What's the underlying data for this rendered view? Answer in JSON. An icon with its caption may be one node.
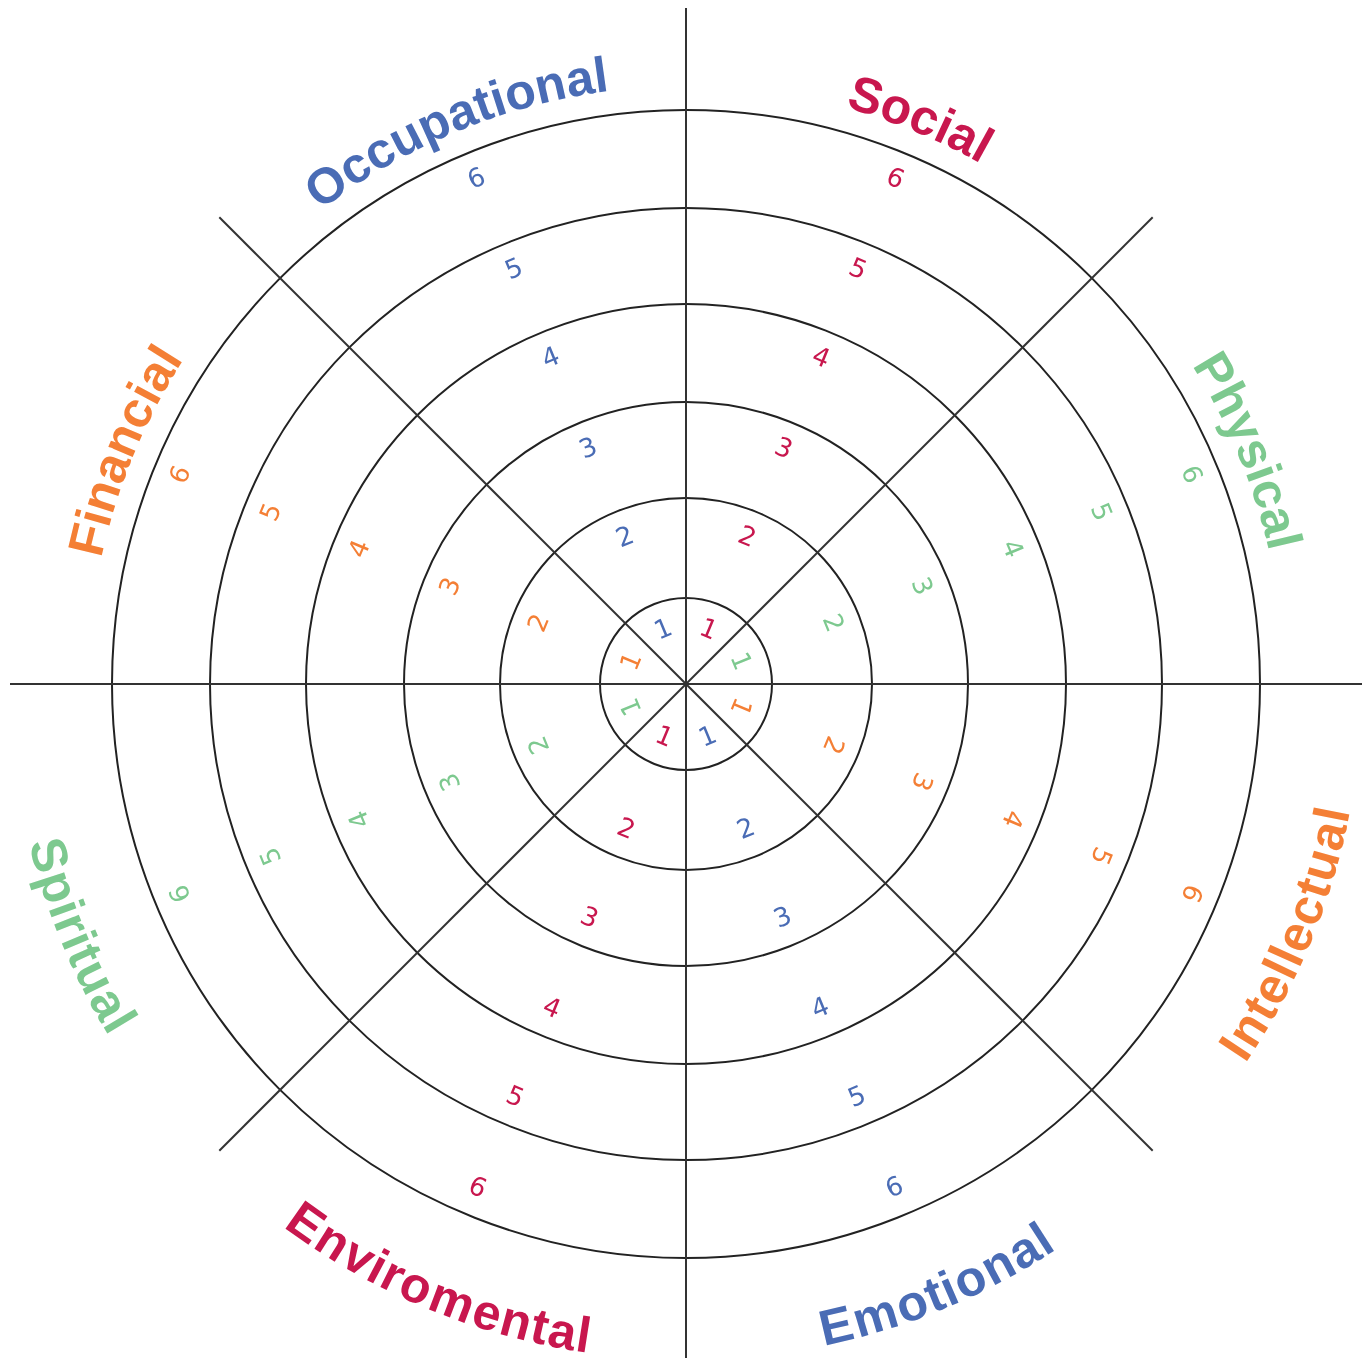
{
  "diagram": {
    "labels": [
      "Occupational",
      "1",
      "2",
      "3",
      "4",
      "5",
      "6",
      "Social",
      "1",
      "2",
      "3",
      "4",
      "5",
      "6",
      "Physical",
      "1",
      "2",
      "3",
      "4",
      "5",
      "6",
      "Intellectual",
      "1",
      "2",
      "3",
      "4",
      "5",
      "6",
      "Emotional",
      "1",
      "2",
      "3",
      "4",
      "5",
      "6",
      "Enviromental",
      "1",
      "2",
      "3",
      "4",
      "5",
      "6",
      "Spiritual",
      "1",
      "2",
      "3",
      "4",
      "5",
      "6",
      "Financial",
      "1",
      "2",
      "3",
      "4",
      "5",
      "6"
    ]
  }
}
